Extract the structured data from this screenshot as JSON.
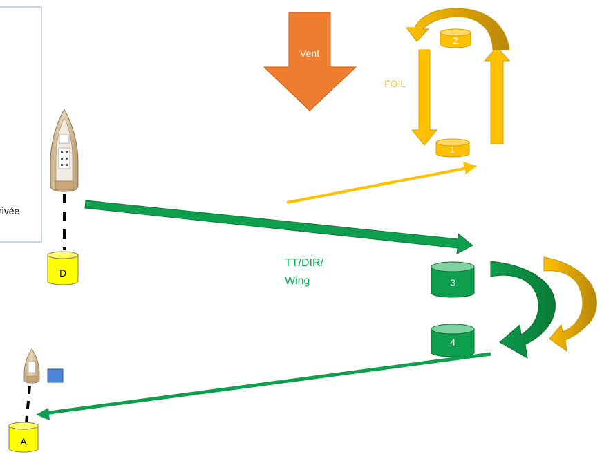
{
  "legend": {
    "text": "rivée"
  },
  "wind": {
    "label": "Vent",
    "color": "#ED7D31"
  },
  "foil": {
    "label": "FOIL",
    "color": "#FFC000"
  },
  "course_label": {
    "line1": "TT/DIR/",
    "line2": "Wing",
    "color": "#00B050"
  },
  "buoys": {
    "start": "D",
    "finish": "A",
    "b1": "1",
    "b2": "2",
    "b3": "3",
    "b4": "4"
  },
  "colors": {
    "green_arrow": "#0E9F4E",
    "green_dark": "#0A8A3E",
    "yellow": "#FFC000",
    "yellow_dark": "#C49A00",
    "buoy_yellow": "#FFFF00",
    "buoy_green": "#0E9F4E",
    "marker_blue": "#4A86D8"
  }
}
